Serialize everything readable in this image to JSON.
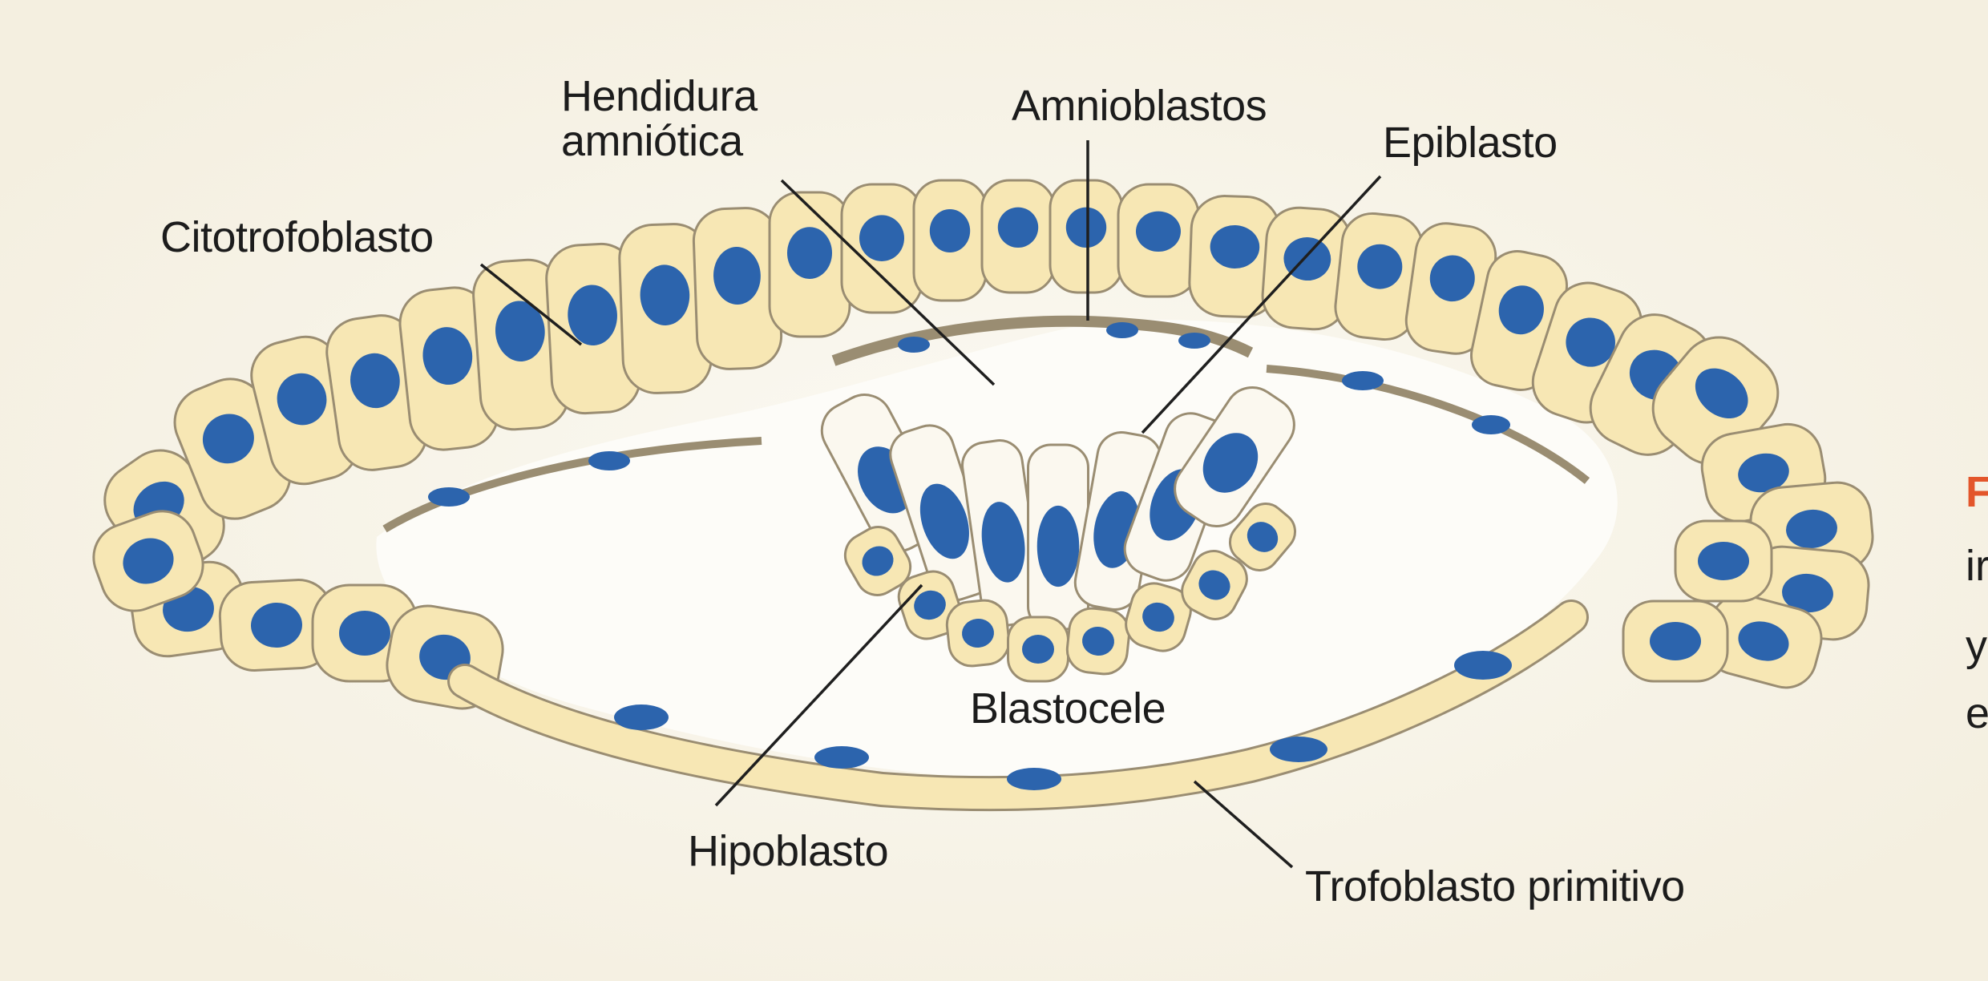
{
  "labels": {
    "hendidura": "Hendidura\namniótica",
    "amnioblastos": "Amnioblastos",
    "epiblasto": "Epiblasto",
    "citotrofoblasto": "Citotrofoblasto",
    "blastocele": "Blastocele",
    "hipoblasto": "Hipoblasto",
    "trofoblasto": "Trofoblasto primitivo"
  },
  "side_fragments": [
    "F",
    "ir",
    "y",
    "e"
  ],
  "colors": {
    "cell_fill": "#f7e7b4",
    "cell_stroke": "#9a8d72",
    "nucleus": "#2c64ad",
    "inner_cell_fill": "#fbf8ef",
    "leader": "#1f1f1f",
    "accent": "#e3562b"
  }
}
